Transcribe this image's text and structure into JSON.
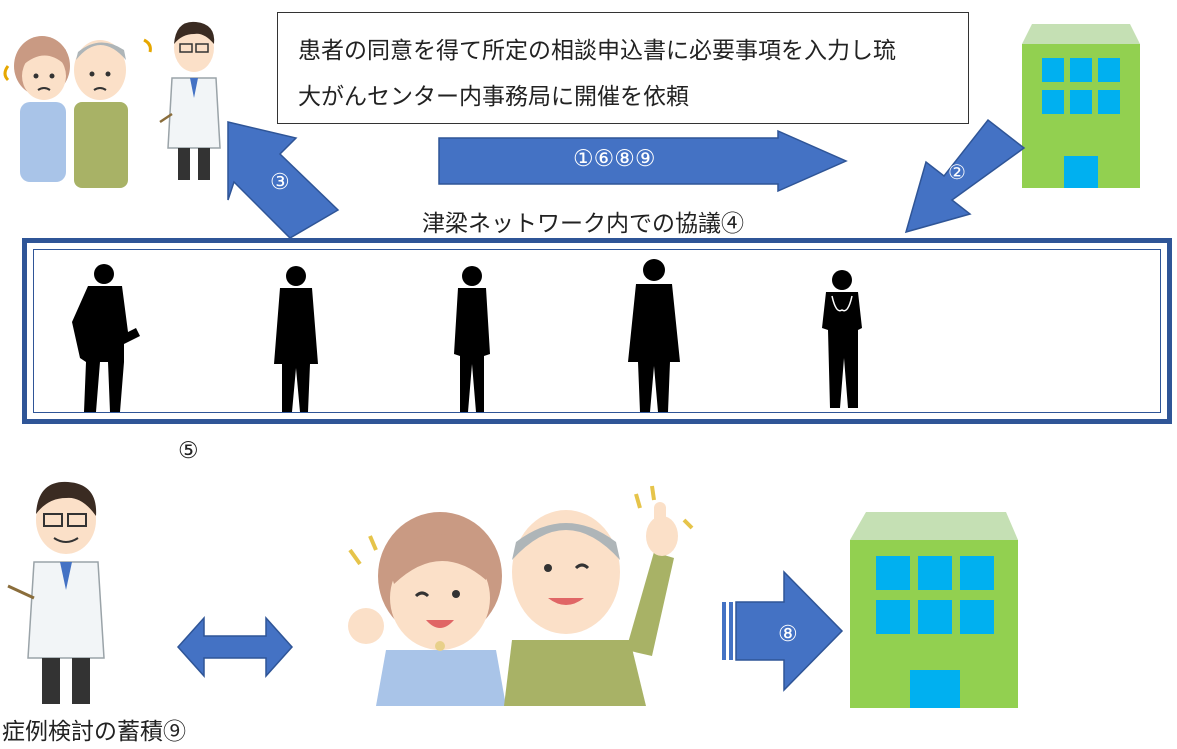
{
  "colors": {
    "arrow_fill": "#4472C4",
    "arrow_stroke": "#2F5597",
    "box_border": "#2F5597",
    "building_body": "#92D050",
    "building_roof": "#C5E0B4",
    "window": "#00B0F0",
    "silhouette": "#000000"
  },
  "request_box": {
    "line1": "患者の同意を得て所定の相談申込書に必要事項を入力し琉",
    "line2": "大がんセンター内事務局に開催を依頼"
  },
  "arrows": {
    "main_right": "①⑥⑧⑨",
    "to_network": "②",
    "up_left": "③",
    "to_hospital": "⑧"
  },
  "network": {
    "title": "津梁ネットワーク内での協議④"
  },
  "step5_label": "⑤",
  "case_accumulation": "症例検討の蓄積⑨",
  "icons": {
    "worried_patients": "worried-elderly-couple-icon",
    "doctor_top": "doctor-icon",
    "hospital_top": "hospital-building-icon",
    "experts": [
      "silhouette-person-icon",
      "silhouette-person-icon",
      "silhouette-person-icon",
      "silhouette-person-icon",
      "silhouette-doctor-icon"
    ],
    "doctor_bottom": "doctor-icon",
    "happy_patients": "happy-elderly-couple-icon",
    "hospital_bottom": "hospital-building-icon"
  }
}
